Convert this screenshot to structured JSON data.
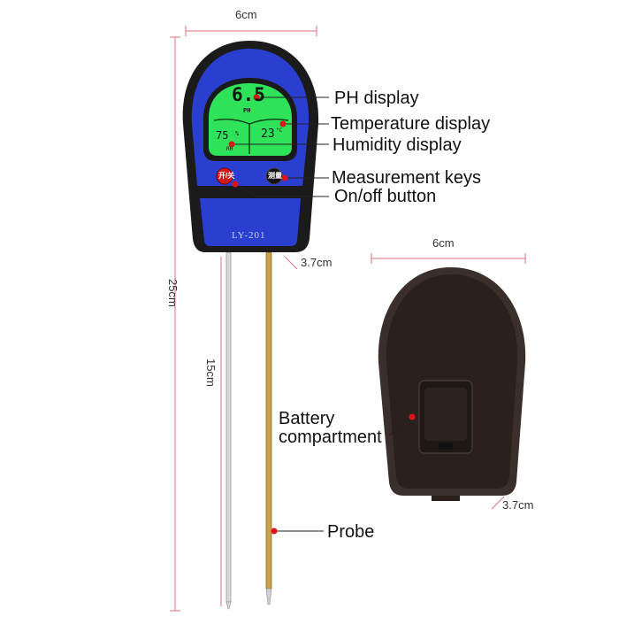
{
  "dimensions": {
    "front_width": "6cm",
    "back_width": "6cm",
    "total_length": "25cm",
    "probe_length": "15cm",
    "front_thickness": "3.7cm",
    "back_thickness": "3.7cm"
  },
  "device": {
    "model": "LY-201",
    "ph_value": "6.5",
    "ph_unit": "PH",
    "humidity_value": "75",
    "humidity_unit": "%",
    "humidity_tag": "RH",
    "temperature_value": "23",
    "temperature_unit": "°C",
    "power_button_glyph": "开/关",
    "measure_button_glyph": "测量"
  },
  "callouts": {
    "ph_display": "PH display",
    "temperature_display": "Temperature display",
    "humidity_display": "Humidity display",
    "measurement_keys": "Measurement keys",
    "on_off_button": "On/off button",
    "battery_compartment_line1": "Battery",
    "battery_compartment_line2": "compartment",
    "probe": "Probe"
  },
  "colors": {
    "body_blue": "#2a3fcf",
    "body_frame": "#1a1a1a",
    "lcd_green": "#2ee25a",
    "callout_dot": "#e0121a",
    "dimension_line": "#d9707c",
    "probe_gold": "#c9a14a",
    "probe_silver": "#cfcfcf",
    "back_case": "#3a2f2b"
  }
}
